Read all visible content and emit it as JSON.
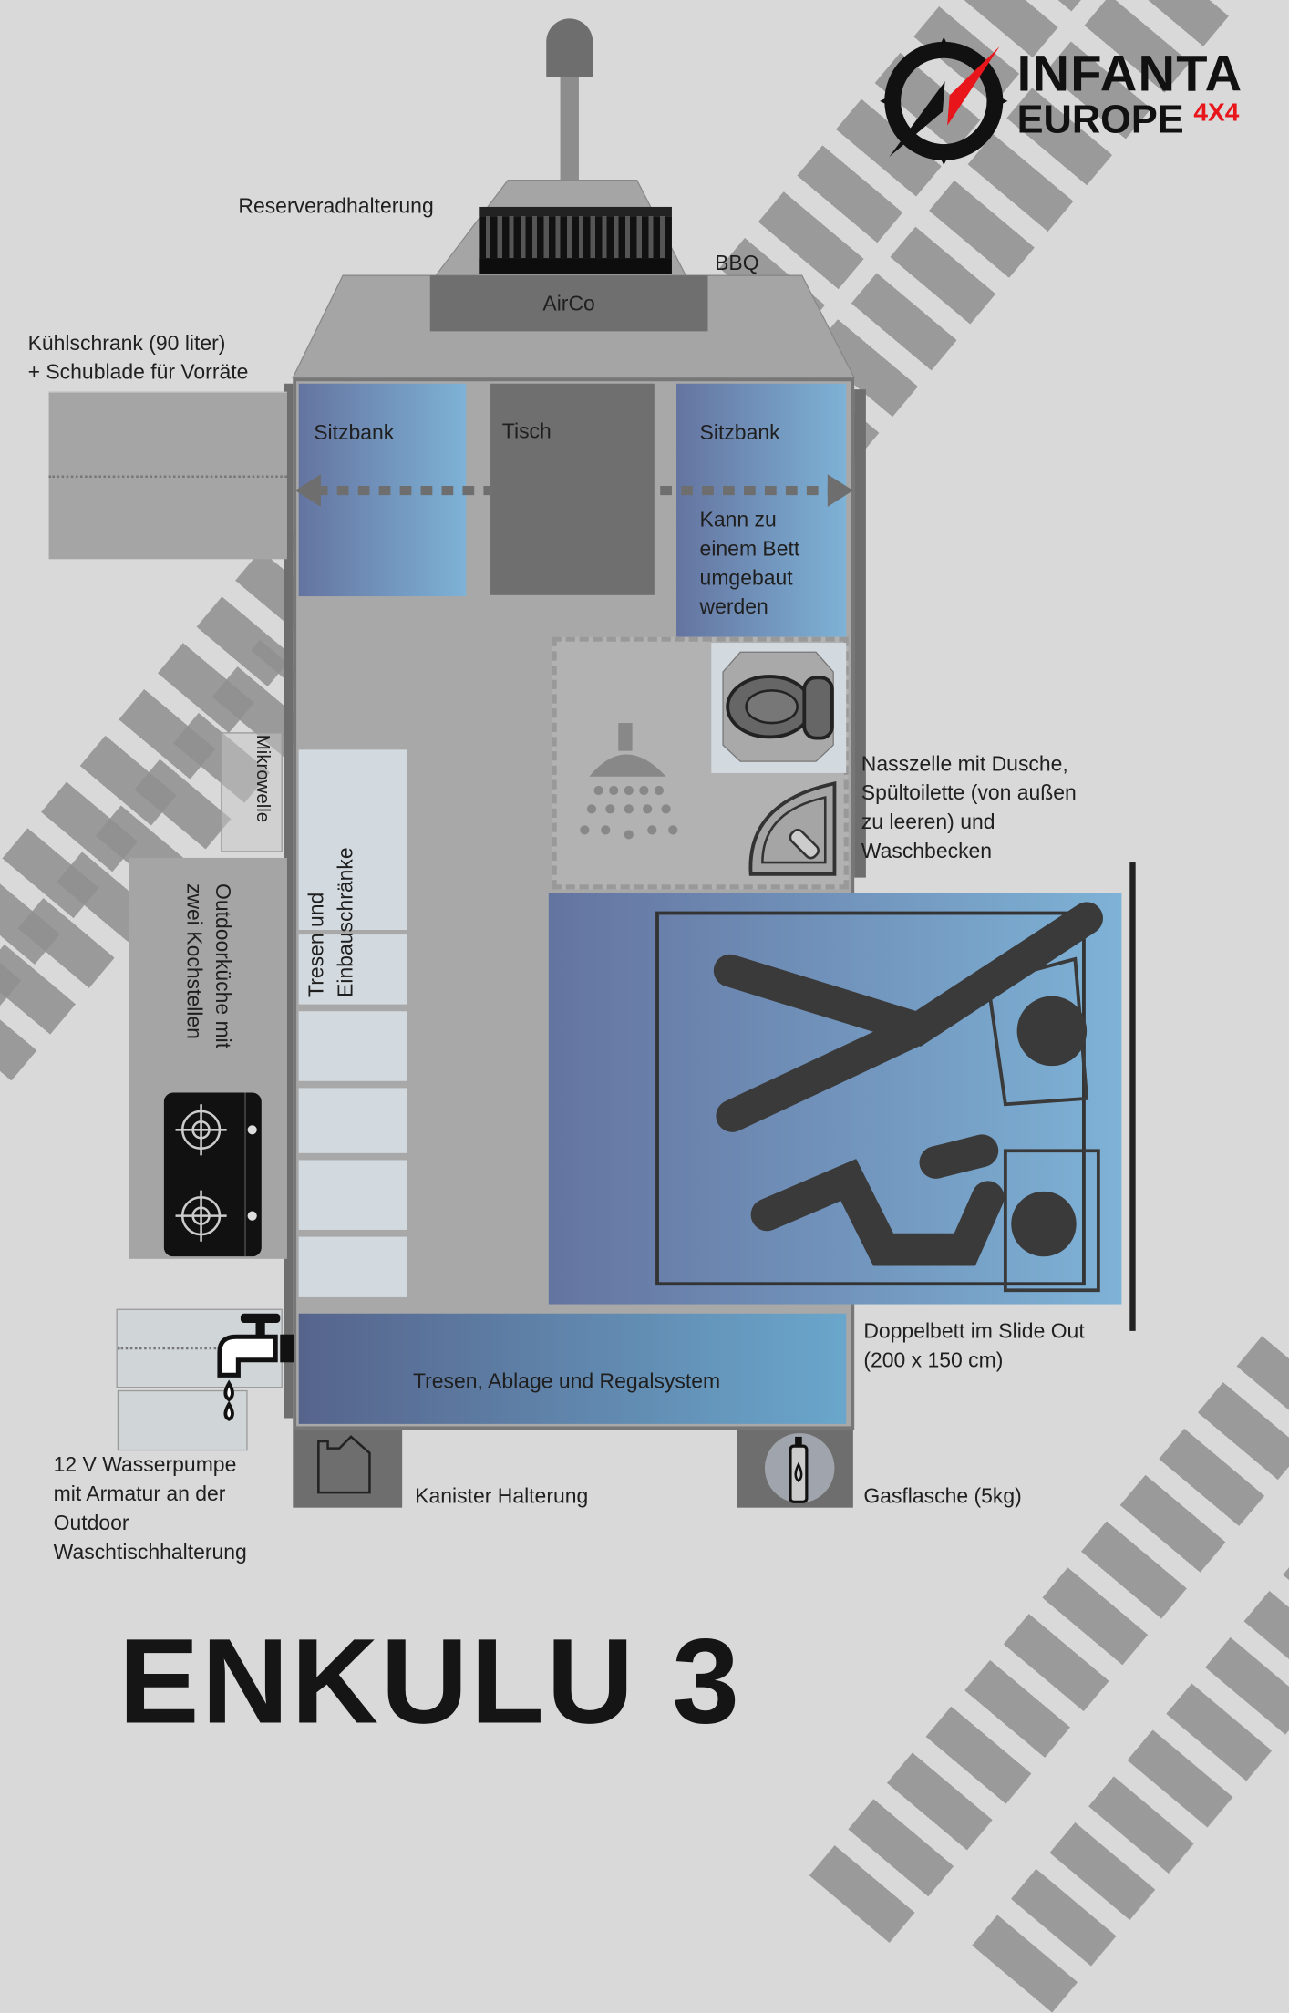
{
  "logo": {
    "line1": "INFANTA",
    "line2": "EUROPE",
    "suffix": "4X4"
  },
  "labels": {
    "spare_wheel": "Reserveradhalterung",
    "bbq": "BBQ",
    "aircon": "AirCo",
    "fridge_line1": "Kühlschrank (90 liter)",
    "fridge_line2": "+ Schublade für Vorräte",
    "bench_left": "Sitzbank",
    "table": "Tisch",
    "bench_right": "Sitzbank",
    "bench_convert": [
      "Kann zu",
      "einem Bett",
      "umgebaut",
      "werden"
    ],
    "wet_cell": [
      "Nasszelle mit Dusche,",
      "Spültoilette (von außen",
      "zu leeren) und",
      "Waschbecken"
    ],
    "microwave": "Mikrowelle",
    "counter_line1": "Tresen und",
    "counter_line2": "Einbauschränke",
    "outdoor_kitchen_line1": "Outdoorküche mit",
    "outdoor_kitchen_line2": "zwei Kochstellen",
    "double_bed": [
      "Doppelbett im Slide Out",
      "(200 x 150 cm)"
    ],
    "shelf_system": "Tresen, Ablage und Regalsystem",
    "water_pump": [
      "12 V Wasserpumpe",
      "mit Armatur an der",
      "Outdoor",
      "Waschtischhalterung"
    ],
    "canister": "Kanister Halterung",
    "gas": "Gasflasche (5kg)"
  },
  "title": "ENKULU 3",
  "colors": {
    "accent": "#e8151b",
    "bench_start": "#6474a0",
    "bench_end": "#7eb2d6",
    "body": "#a8a8a8"
  }
}
